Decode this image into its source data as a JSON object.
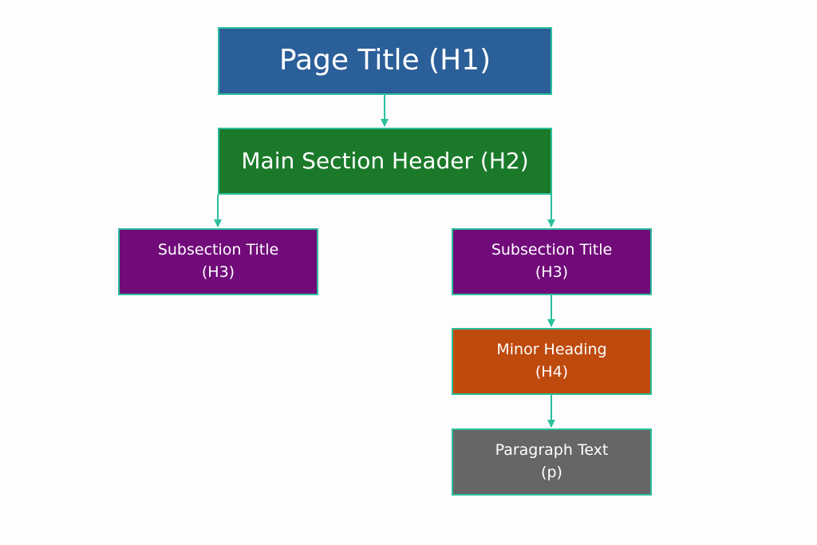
{
  "colors": {
    "h1": "#2b5f99",
    "h2": "#1a7a2a",
    "h3": "#710b7a",
    "h4": "#bf4a0e",
    "p": "#666666",
    "connector": "#2bbf9c"
  },
  "nodes": {
    "h1": {
      "line1": "Page Title (H1)"
    },
    "h2": {
      "line1": "Main Section Header (H2)"
    },
    "h3_left": {
      "line1": "Subsection Title",
      "line2": "(H3)"
    },
    "h3_right": {
      "line1": "Subsection Title",
      "line2": "(H3)"
    },
    "h4": {
      "line1": "Minor Heading",
      "line2": "(H4)"
    },
    "p": {
      "line1": "Paragraph Text",
      "line2": "(p)"
    }
  }
}
